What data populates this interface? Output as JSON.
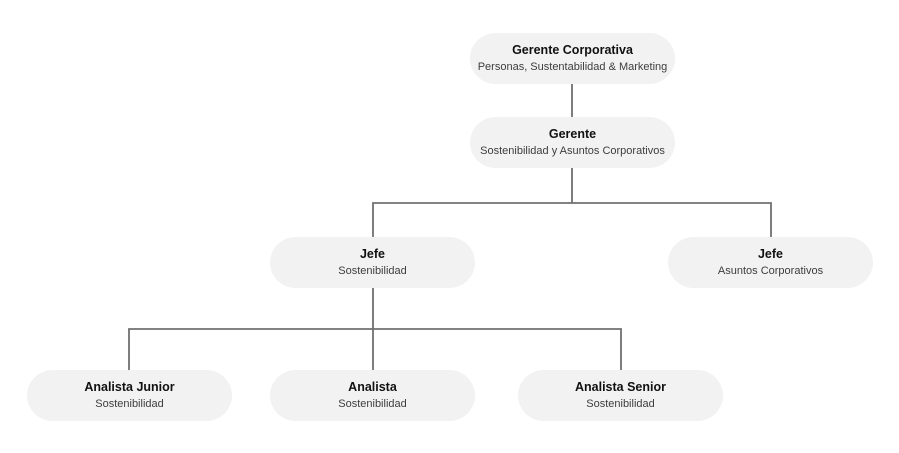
{
  "theme": {
    "background": "#ffffff",
    "node_fill": "#f2f2f3",
    "node_title_color": "#111111",
    "node_subtitle_color": "#3d3d3d",
    "connector_color": "#707070"
  },
  "org": {
    "root": {
      "title": "Gerente Corporativa",
      "subtitle": "Personas, Sustentabilidad & Marketing",
      "children": [
        {
          "title": "Gerente",
          "subtitle": "Sostenibilidad y Asuntos Corporativos",
          "children": [
            {
              "title": "Jefe",
              "subtitle": "Sostenibilidad",
              "children": [
                {
                  "title": "Analista Junior",
                  "subtitle": "Sostenibilidad"
                },
                {
                  "title": "Analista",
                  "subtitle": "Sostenibilidad"
                },
                {
                  "title": "Analista Senior",
                  "subtitle": "Sostenibilidad"
                }
              ]
            },
            {
              "title": "Jefe",
              "subtitle": "Asuntos Corporativos",
              "children": []
            }
          ]
        }
      ]
    }
  }
}
